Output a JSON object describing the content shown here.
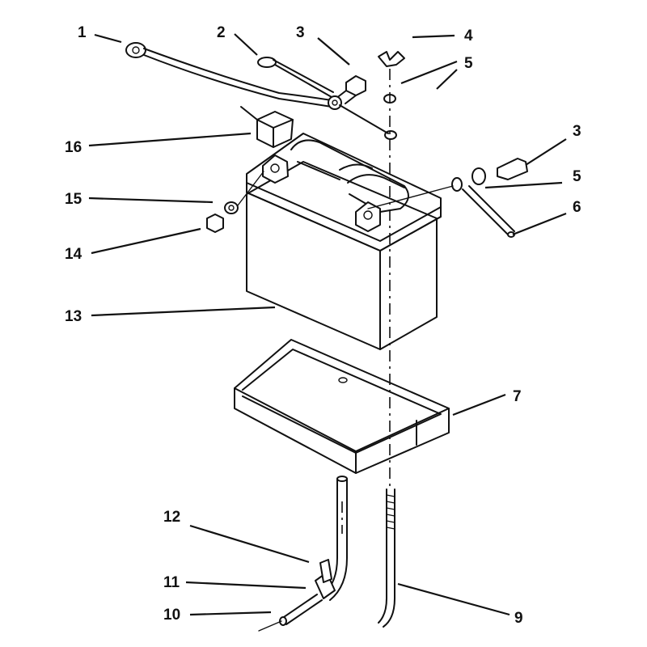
{
  "diagram": {
    "callouts": [
      "1",
      "2",
      "3",
      "4",
      "5",
      "3",
      "5",
      "6",
      "7",
      "9",
      "10",
      "11",
      "12",
      "13",
      "14",
      "15",
      "16"
    ]
  }
}
